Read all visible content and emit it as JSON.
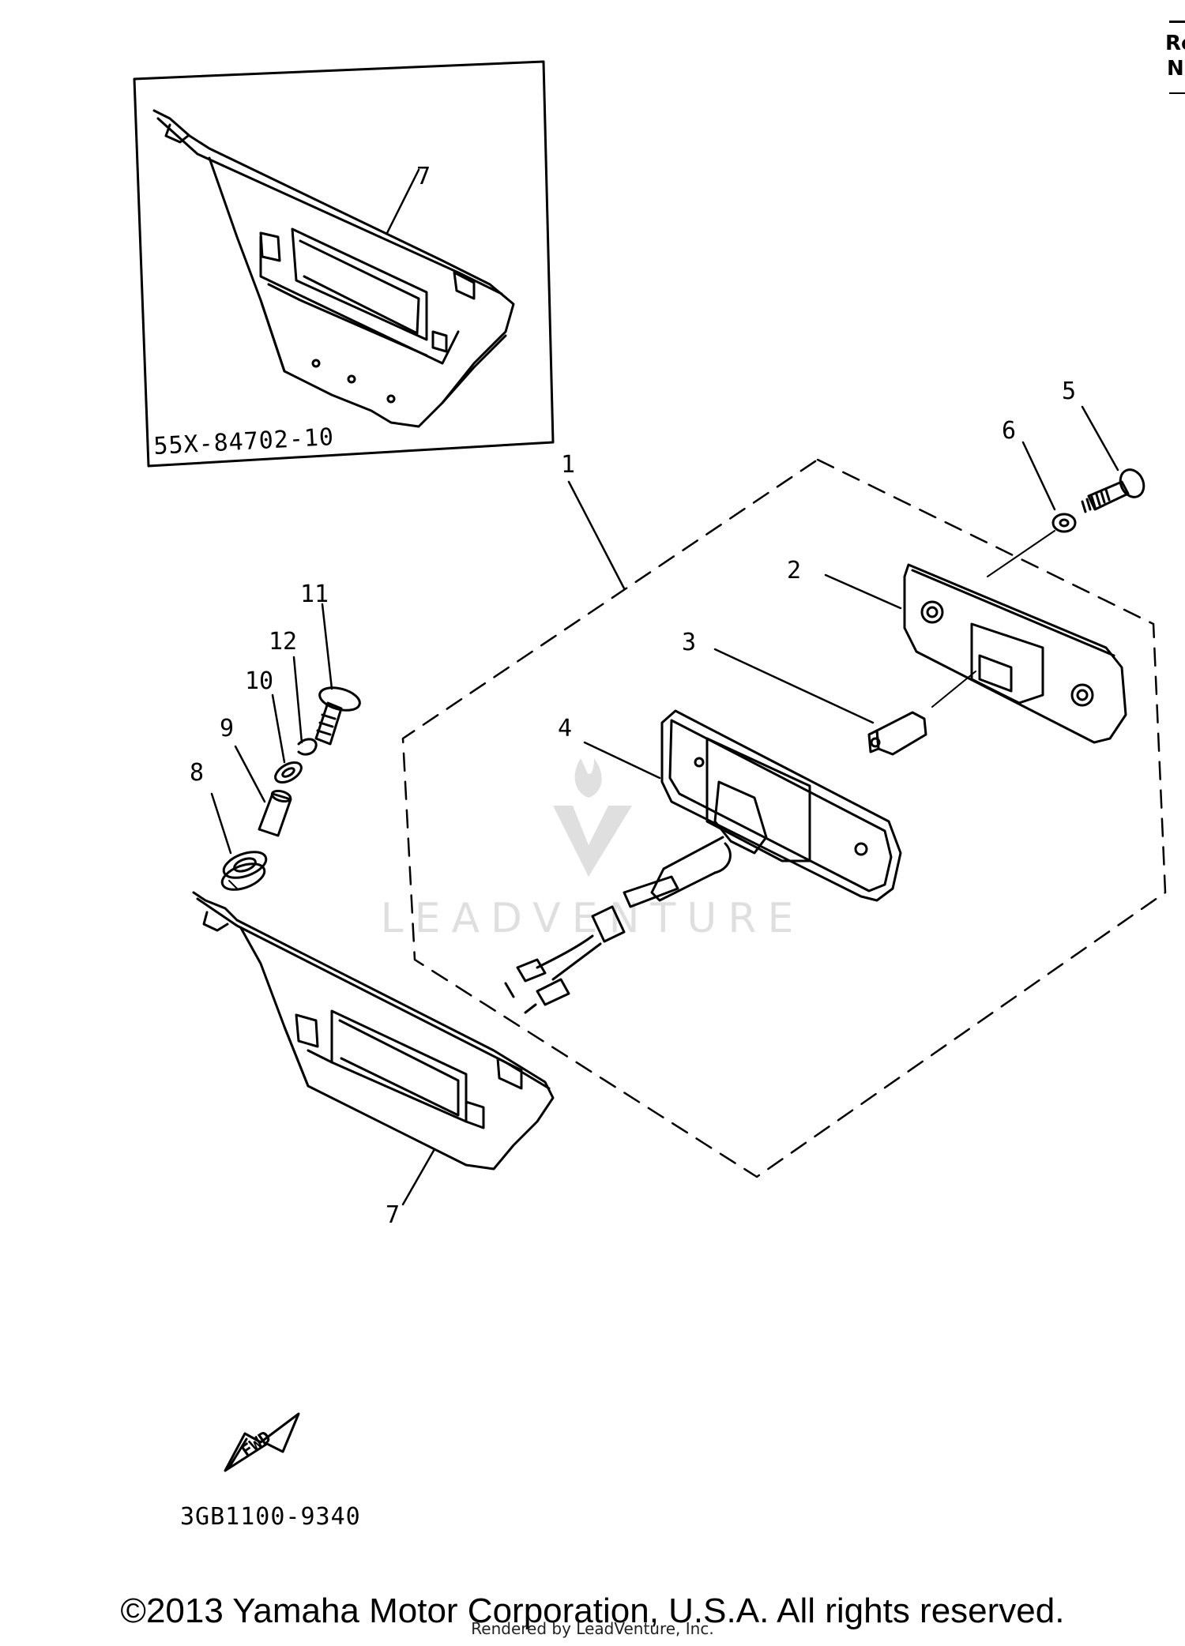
{
  "inset": {
    "part_number": "55X-84702-10"
  },
  "callouts": [
    "1",
    "2",
    "3",
    "4",
    "5",
    "6",
    "7",
    "7",
    "8",
    "9",
    "10",
    "11",
    "12"
  ],
  "fwd_label": "FWD",
  "diagram_code": "3GB1100-9340",
  "watermark": "LEADVENTURE",
  "header_fragment": {
    "line1": "Re",
    "line2": "N"
  },
  "footer": {
    "copyright": "©2013 Yamaha Motor Corporation, U.S.A. All rights reserved.",
    "rendered_by": "Rendered by LeadVenture, Inc."
  }
}
